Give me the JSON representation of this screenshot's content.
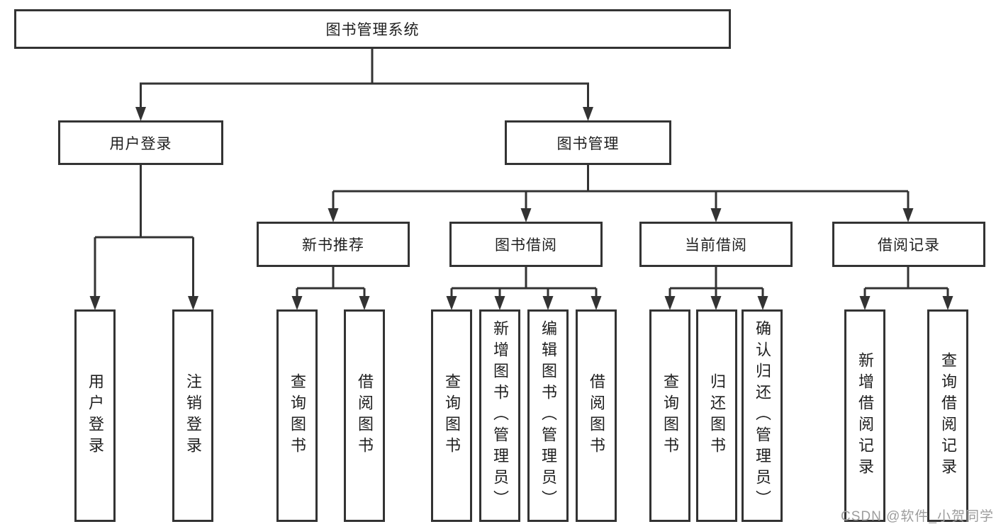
{
  "diagram": {
    "title": "图书管理系统",
    "type": "hierarchy-tree"
  },
  "tree": {
    "root": {
      "label": "图书管理系统"
    },
    "branches": [
      {
        "label": "用户登录",
        "children": [
          {
            "label": "用户登录"
          },
          {
            "label": "注销登录"
          }
        ]
      },
      {
        "label": "图书管理",
        "children": [
          {
            "label": "新书推荐",
            "children": [
              {
                "label": "查询图书"
              },
              {
                "label": "借阅图书"
              }
            ]
          },
          {
            "label": "图书借阅",
            "children": [
              {
                "label": "查询图书"
              },
              {
                "label": "新增图书（管理员）"
              },
              {
                "label": "编辑图书（管理员）"
              },
              {
                "label": "借阅图书"
              }
            ]
          },
          {
            "label": "当前借阅",
            "children": [
              {
                "label": "查询图书"
              },
              {
                "label": "归还图书"
              },
              {
                "label": "确认归还（管理员）"
              }
            ]
          },
          {
            "label": "借阅记录",
            "children": [
              {
                "label": "新增借阅记录"
              },
              {
                "label": "查询借阅记录"
              }
            ]
          }
        ]
      }
    ]
  },
  "watermark": {
    "text": "CSDN @软件_小贺同学",
    "color": "#9d9d9d"
  },
  "colors": {
    "line": "#333333",
    "box_border": "#333333",
    "text": "#1f1f1f",
    "background": "#ffffff"
  }
}
